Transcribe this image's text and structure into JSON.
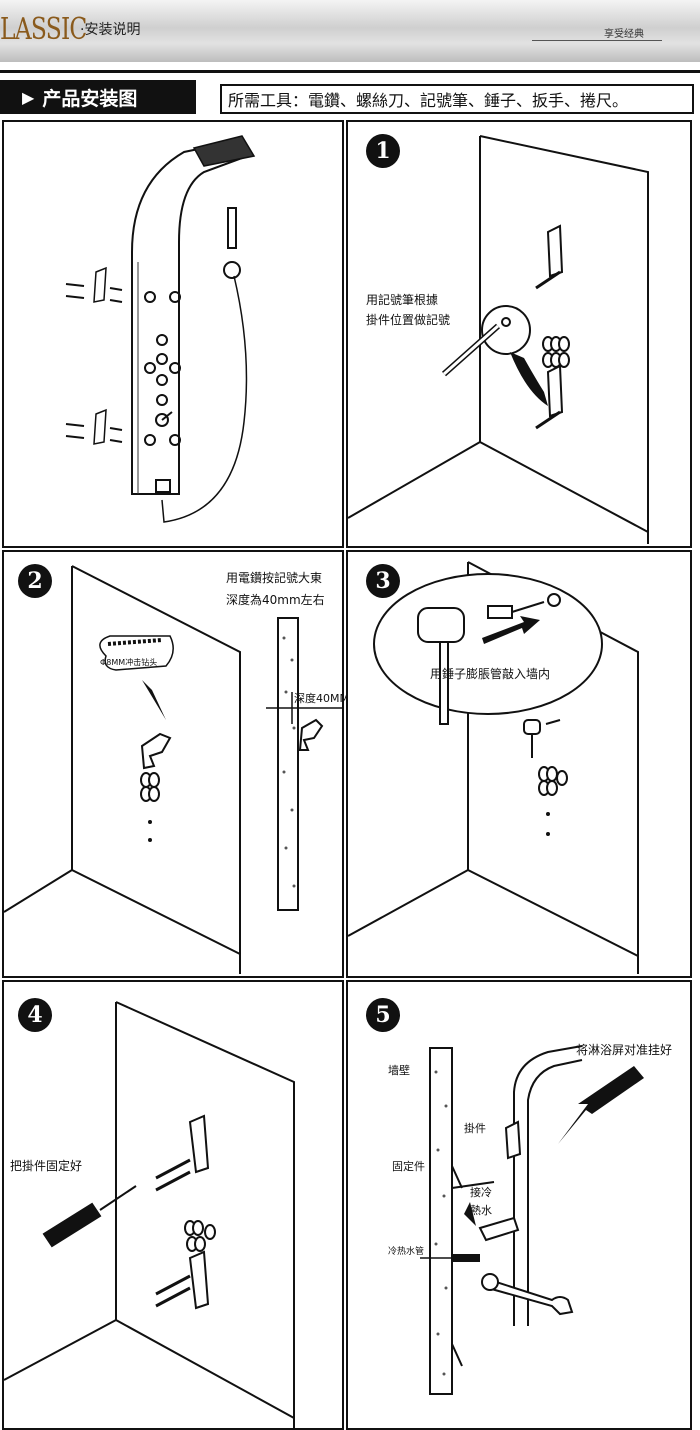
{
  "header": {
    "brand": "LASSIC",
    "subtitle": "·安装说明",
    "slogan": "享受经典"
  },
  "title": {
    "heading": "产品安装图",
    "tools": "所需工具：電鑽、螺絲刀、記號筆、錘子、扳手、捲尺。"
  },
  "panels": {
    "overview": {},
    "step1": {
      "number": "1",
      "caption_line1": "用記號筆根據",
      "caption_line2": "掛件位置做記號"
    },
    "step2": {
      "number": "2",
      "caption_line1": "用電鑽按記號大東",
      "caption_line2": "深度為40mm左右",
      "drill_bit_label": "Φ8MM冲击钻头",
      "depth_label": "深度40MM"
    },
    "step3": {
      "number": "3",
      "caption": "用錘子膨脹管敲入墙内"
    },
    "step4": {
      "number": "4",
      "caption": "把掛件固定好"
    },
    "step5": {
      "number": "5",
      "caption_main": "将淋浴屏对准挂好",
      "label_wall": "墙壁",
      "label_hanger": "掛件",
      "label_fixture": "固定件",
      "label_connect_line1": "接冷",
      "label_connect_line2": "熱水",
      "label_pipe": "冷热水管"
    }
  }
}
